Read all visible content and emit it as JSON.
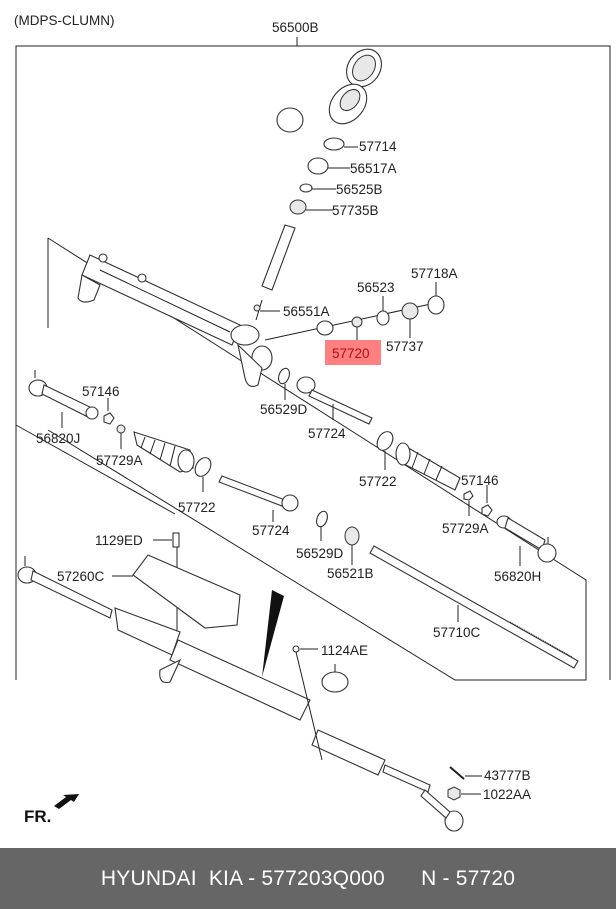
{
  "diagram": {
    "section_title": "(MDPS-CLUMN)",
    "assembly_label": "56500B",
    "front_indicator": "FR.",
    "highlight_color": "#ff8080",
    "highlighted_part": "57720",
    "callouts": {
      "c57714": "57714",
      "c56517A": "56517A",
      "c56525B": "56525B",
      "c57735B": "57735B",
      "c57718A": "57718A",
      "c56523": "56523",
      "c56551A": "56551A",
      "c57720": "57720",
      "c57737": "57737",
      "c57146_left": "57146",
      "c56529D_top": "56529D",
      "c56820J": "56820J",
      "c57724_top": "57724",
      "c57729A_left": "57729A",
      "c57722_left": "57722",
      "c57722_right": "57722",
      "c57146_right": "57146",
      "c57724_bottom": "57724",
      "c57729A_right": "57729A",
      "c1129ED": "1129ED",
      "c56529D_bottom": "56529D",
      "c56521B": "56521B",
      "c56820H": "56820H",
      "c57260C": "57260C",
      "c57710C": "57710C",
      "c1124AE": "1124AE",
      "c43777B": "43777B",
      "c1022AA": "1022AA"
    }
  },
  "footer": {
    "brand": "HYUNDAI  KIA - 577203Q000",
    "ref": "N - 57720"
  }
}
